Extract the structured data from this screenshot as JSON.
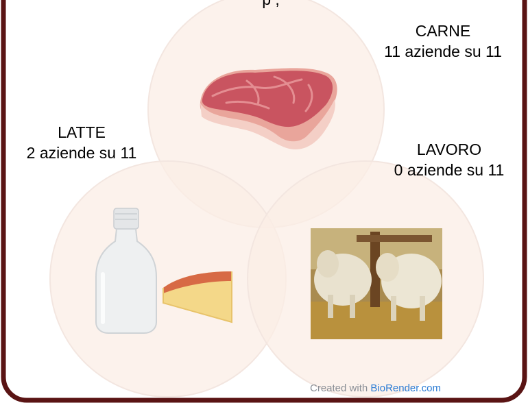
{
  "title_fragment": "p                    ,",
  "colors": {
    "frame": "#5a1414",
    "circle_fill": "#fbeee6",
    "circle_stroke": "#f3e6e0"
  },
  "circles": {
    "carne": {
      "name": "CARNE",
      "count": "11 aziende su 11",
      "icon": "steak-icon"
    },
    "latte": {
      "name": "LATTE",
      "count": "2 aziende su 11",
      "icon": "milk-bottle-and-cheese-icon"
    },
    "lavoro": {
      "name": "LAVORO",
      "count": "0 aziende su 11",
      "icon": "working-oxen-painting"
    }
  },
  "credit": {
    "prefix": "Created with",
    "brand": "BioRender.com"
  }
}
